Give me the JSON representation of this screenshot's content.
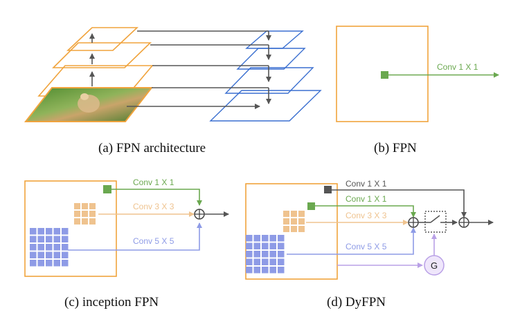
{
  "captions": {
    "a": "(a)  FPN architecture",
    "b": "(b)  FPN",
    "c": "(c)  inception FPN",
    "d": "(d)  DyFPN"
  },
  "panel_b": {
    "conv1": "Conv 1 X 1"
  },
  "panel_c": {
    "conv1": "Conv 1 X 1",
    "conv3": "Conv 3 X 3",
    "conv5": "Conv 5 X 5"
  },
  "panel_d": {
    "conv1_top": "Conv 1 X 1",
    "conv1": "Conv 1 X 1",
    "conv3": "Conv 3 X 3",
    "conv5": "Conv 5 X 5",
    "gate": "G"
  },
  "colors": {
    "orange": "#f0a33c",
    "blue": "#3a6fd0",
    "green": "#6aa84f",
    "tan": "#efc38f",
    "lightblue": "#8e9be6",
    "purple": "#b9a0e6",
    "gray": "#555555",
    "darkgray": "#444444"
  }
}
